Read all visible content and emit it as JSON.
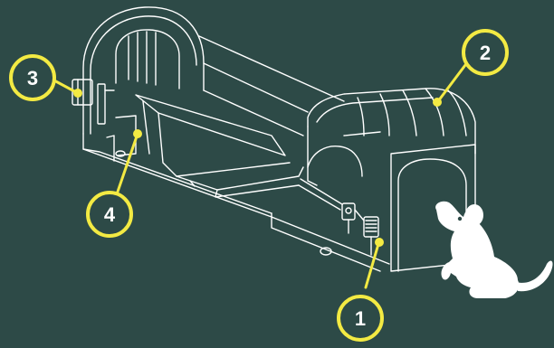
{
  "colors": {
    "background": "#2d4a47",
    "line_art": "#ffffff",
    "callout": "#f3ea43",
    "mouse": "#ffffff"
  },
  "callouts": [
    {
      "id": "1",
      "label": "1"
    },
    {
      "id": "2",
      "label": "2"
    },
    {
      "id": "3",
      "label": "3"
    },
    {
      "id": "4",
      "label": "4"
    }
  ]
}
